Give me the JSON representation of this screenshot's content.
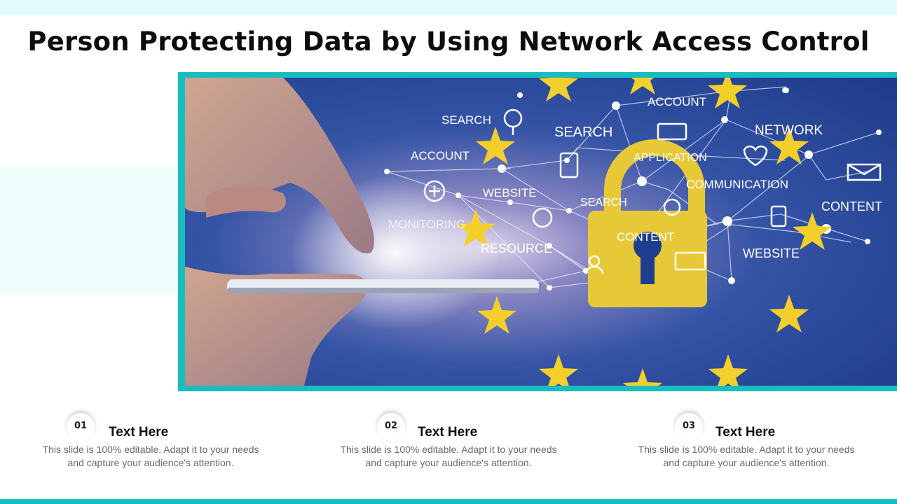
{
  "slide": {
    "title": "Person Protecting Data by Using Network Access Control"
  },
  "image": {
    "labels": {
      "search_1": "SEARCH",
      "account_1": "ACCOUNT",
      "search_2": "SEARCH",
      "account_2": "ACCOUNT",
      "network": "NETWORK",
      "application": "APPLICATION",
      "website_1": "WEBSITE",
      "communication": "COMMUNICATION",
      "search_3": "SEARCH",
      "content_1": "CONTENT",
      "monitoring": "MONITORING",
      "content_2": "CONTENT",
      "resource": "RESOURCE",
      "website_2": "WEBSITE"
    }
  },
  "features": [
    {
      "number": "01",
      "title": "Text Here",
      "line1": "This slide is 100% editable. Adapt it to your needs",
      "line2": "and capture your audience's attention."
    },
    {
      "number": "02",
      "title": "Text Here",
      "line1": "This slide is 100% editable. Adapt it to your needs",
      "line2": "and capture your audience's attention."
    },
    {
      "number": "03",
      "title": "Text Here",
      "line1": "This slide is 100% editable. Adapt it to your needs",
      "line2": "and capture your audience's attention."
    }
  ],
  "colors": {
    "accent": "#19bdc0",
    "star": "#f3cf2c",
    "lock": "#e7c938",
    "image_bg": "#1f3d8f"
  }
}
